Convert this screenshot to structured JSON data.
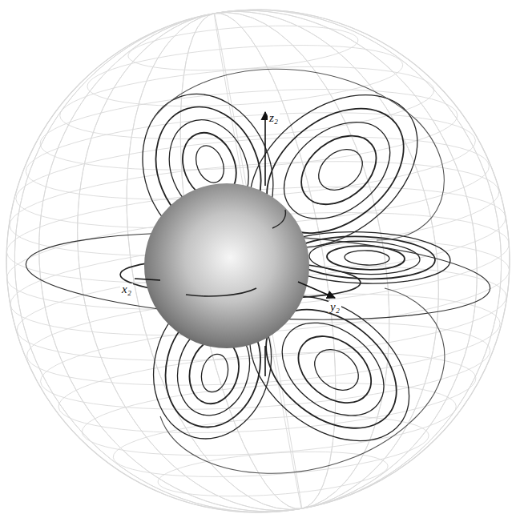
{
  "diagram": {
    "labels": [
      "z₂",
      "y₂",
      "x₂"
    ]
  }
}
